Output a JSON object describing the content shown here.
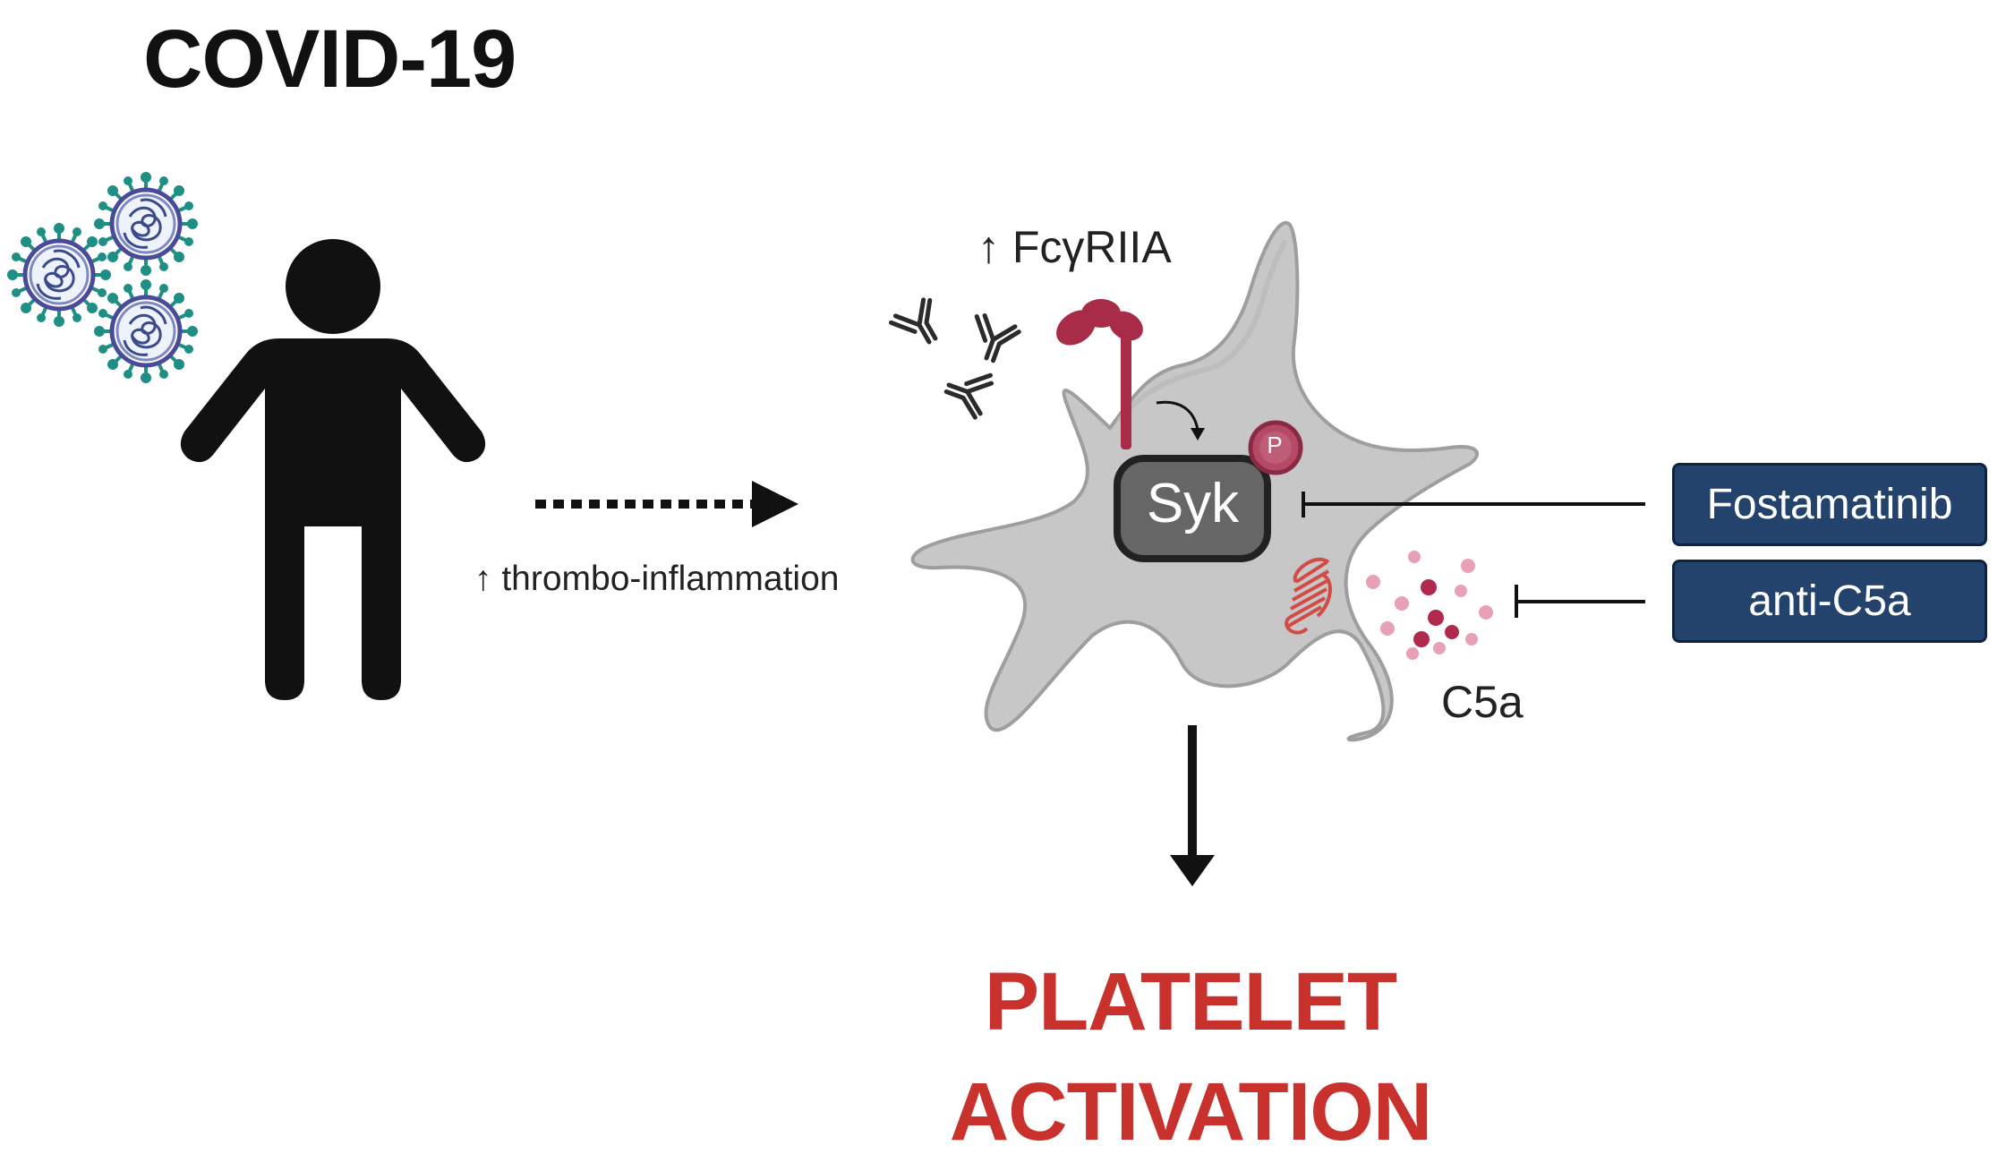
{
  "title": "COVID-19",
  "labels": {
    "thrombo_inflammation": "↑ thrombo-inflammation",
    "fcgr": "↑ FcγRIIA",
    "syk": "Syk",
    "phospho": "P",
    "c5a": "C5a"
  },
  "inhibitors": [
    {
      "label": "Fostamatinib"
    },
    {
      "label": "anti-C5a"
    }
  ],
  "outcome": {
    "line1": "PLATELET",
    "line2": "ACTIVATION"
  },
  "colors": {
    "outcome_red": "#c8312c",
    "drug_box_blue": "#23436d",
    "receptor_crimson": "#a82b47",
    "c5a_receptor_red": "#d24b45",
    "platelet_gray": "#c7c7c7",
    "virus_teal": "#1f8f86"
  }
}
